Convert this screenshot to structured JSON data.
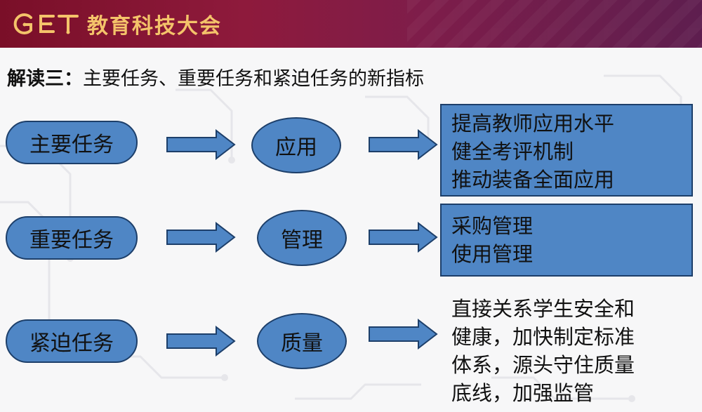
{
  "banner": {
    "logo_letters": "GET",
    "title": "教育科技大会"
  },
  "heading": {
    "prefix": "解读三：",
    "text": "主要任务、重要任务和紧迫任务的新指标"
  },
  "rows": [
    {
      "task": "主要任务",
      "focus": "应用",
      "details": [
        "提高教师应用水平",
        "健全考评机制",
        "推动装备全面应用"
      ]
    },
    {
      "task": "重要任务",
      "focus": "管理",
      "details": [
        "采购管理",
        "使用管理"
      ]
    },
    {
      "task": "紧迫任务",
      "focus": "质量",
      "details": [
        "直接关系学生安全和",
        "健康，加快制定标准",
        "体系，源头守住质量",
        "底线，加强监管"
      ]
    }
  ],
  "colors": {
    "shape_fill": "#4f86c5",
    "shape_border": "#1d3f6a",
    "banner": "#8e1a3c",
    "logo": "#f4c36a"
  }
}
